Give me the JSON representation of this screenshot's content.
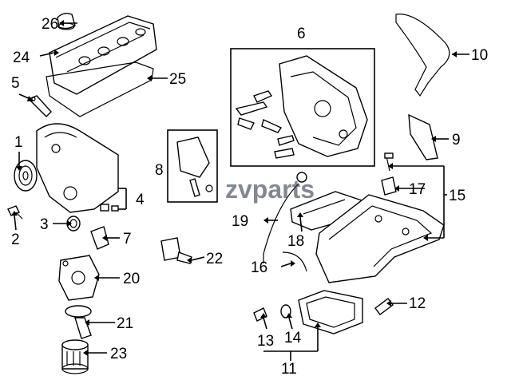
{
  "watermark": "zvparts",
  "labels": {
    "l1": "1",
    "l2": "2",
    "l3": "3",
    "l4": "4",
    "l5": "5",
    "l6": "6",
    "l7": "7",
    "l8": "8",
    "l9": "9",
    "l10": "10",
    "l11": "11",
    "l12": "12",
    "l13": "13",
    "l14": "14",
    "l15": "15",
    "l16": "16",
    "l17": "17",
    "l18": "18",
    "l19": "19",
    "l20": "20",
    "l21": "21",
    "l22": "22",
    "l23": "23",
    "l24": "24",
    "l25": "25",
    "l26": "26"
  }
}
